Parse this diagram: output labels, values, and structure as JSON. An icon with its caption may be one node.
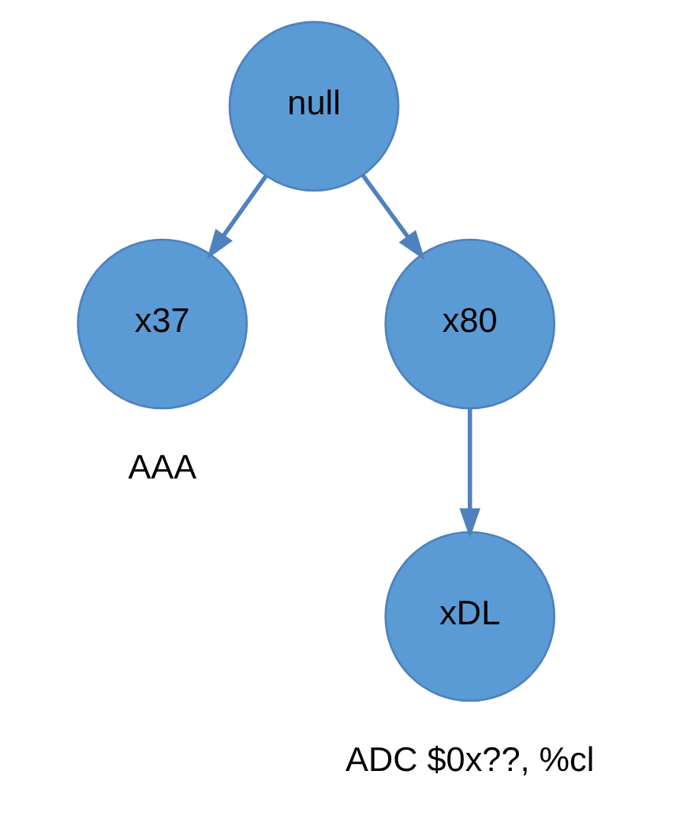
{
  "diagram": {
    "nodes": [
      {
        "text": [
          "null"
        ]
      },
      {
        "text": [
          "x37"
        ],
        "beside": [
          "AAA"
        ]
      },
      {
        "text": [
          "x80"
        ]
      },
      {
        "text": [
          "xDL"
        ],
        "beside": [
          "ADC $0x??, %cl"
        ]
      }
    ],
    "edges": [
      {
        "from": 0,
        "to": 1,
        "arrow": "to"
      },
      {
        "from": 0,
        "to": 2,
        "arrow": "to"
      },
      {
        "from": 2,
        "to": 3,
        "arrow": "to"
      }
    ]
  }
}
